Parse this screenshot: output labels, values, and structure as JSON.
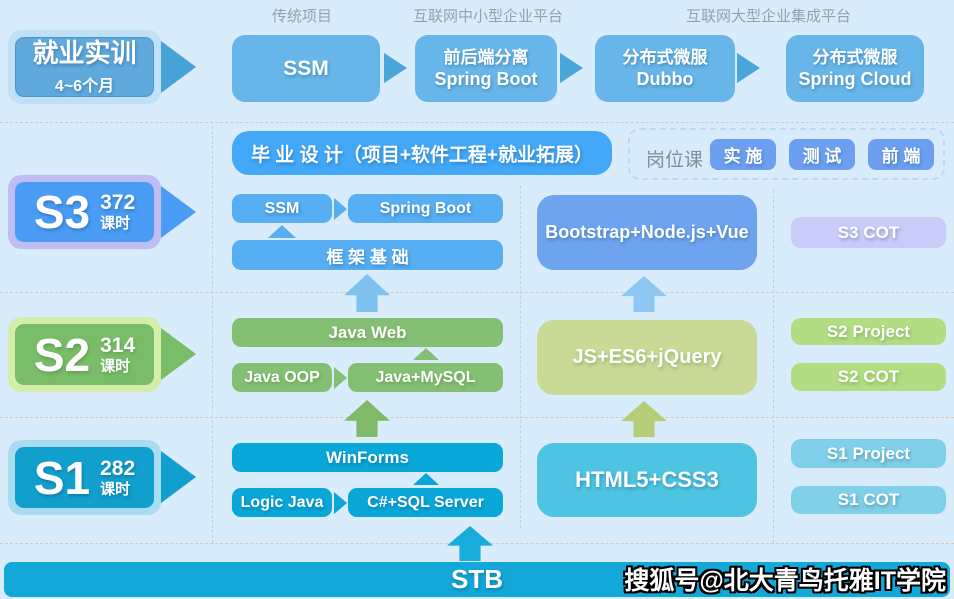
{
  "palette": {
    "background": "#d9ecfb",
    "top_box_blue": "#68b6e9",
    "flow_arrow_blue": "#4aa5db",
    "graduation_blue": "#42a8f7",
    "job_button_blue": "#6d9ff0",
    "s3_blue": "#4a9cf4",
    "s3_border_lavender": "#bfbef4",
    "s3_box_blue": "#57aef2",
    "s3_big_arrow_blue": "#7fc2f0",
    "fullstack_periwinkle": "#6ea4ef",
    "s3_cot_lavender": "#c9cbf8",
    "s2_green": "#7abd69",
    "s2_border_green": "#d4edaa",
    "s2_box_green": "#84c073",
    "js_olive": "#c8da96",
    "s2_cot_green": "#b2dd82",
    "s1_cyan": "#11a0ce",
    "s1_border_cyan": "#a9dcf1",
    "s1_box_cyan": "#09a7d8",
    "html_cyan": "#4ec4e2",
    "s1_cot_cyan": "#7fd0e8",
    "stb_bar_cyan": "#13a8d8"
  },
  "header_labels": {
    "traditional": "传统项目",
    "sme_platform": "互联网中小型企业平台",
    "enterprise_platform": "互联网大型企业集成平台"
  },
  "employment": {
    "title": "就业实训",
    "duration": "4~6个月"
  },
  "top_flow": {
    "ssm": "SSM",
    "springboot_l1": "前后端分离",
    "springboot_l2": "Spring Boot",
    "dubbo_l1": "分布式微服",
    "dubbo_l2": "Dubbo",
    "springcloud_l1": "分布式微服",
    "springcloud_l2": "Spring Cloud"
  },
  "graduation": "毕 业 设 计（项目+软件工程+就业拓展）",
  "job_courses": {
    "label": "岗位课",
    "items": [
      "实 施",
      "测 试",
      "前 端"
    ]
  },
  "s3": {
    "name": "S3",
    "hours": "372",
    "unit": "课时",
    "ssm": "SSM",
    "spring_boot": "Spring Boot",
    "foundation": "框 架 基 础",
    "frontend_stack": "Bootstrap+Node.js+Vue",
    "cot": "S3 COT"
  },
  "s2": {
    "name": "S2",
    "hours": "314",
    "unit": "课时",
    "java_web": "Java Web",
    "java_oop": "Java OOP",
    "java_mysql": "Java+MySQL",
    "frontend_stack": "JS+ES6+jQuery",
    "project": "S2 Project",
    "cot": "S2 COT"
  },
  "s1": {
    "name": "S1",
    "hours": "282",
    "unit": "课时",
    "winforms": "WinForms",
    "logic_java": "Logic Java",
    "csharp_sql": "C#+SQL Server",
    "frontend_stack": "HTML5+CSS3",
    "project": "S1 Project",
    "cot": "S1 COT"
  },
  "footer": {
    "stb": "STB",
    "watermark": "搜狐号@北大青鸟托雅IT学院"
  }
}
